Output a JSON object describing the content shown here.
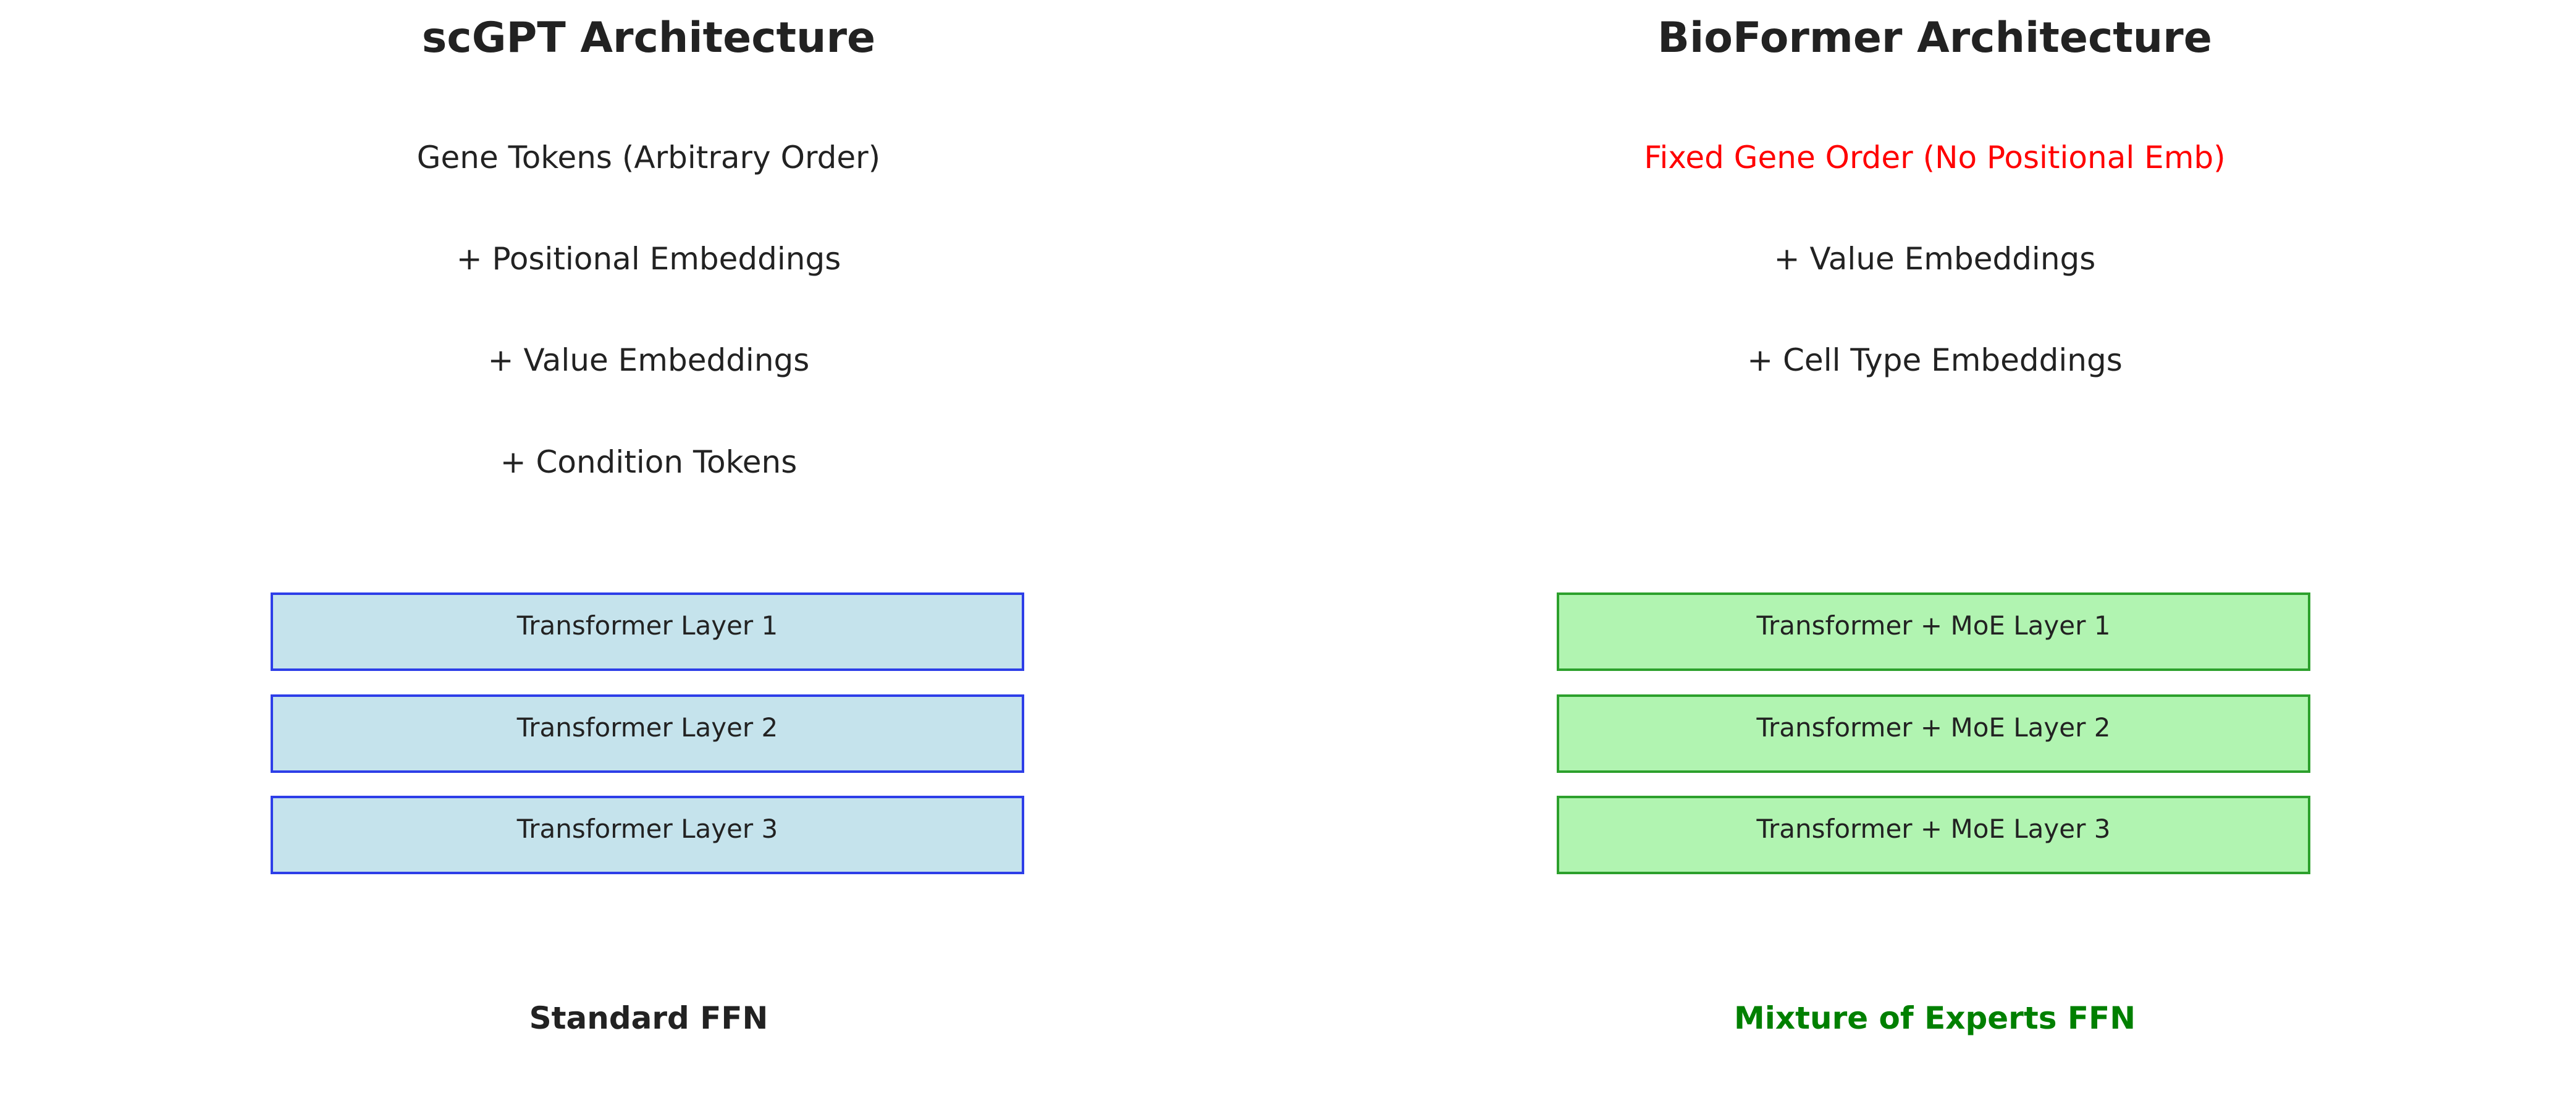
{
  "left": {
    "title": "scGPT Architecture",
    "lines": [
      "Gene Tokens (Arbitrary Order)",
      "+ Positional Embeddings",
      "+ Value Embeddings",
      "+ Condition Tokens"
    ],
    "layers": [
      "Transformer Layer 1",
      "Transformer Layer 2",
      "Transformer Layer 3"
    ],
    "footer": "Standard FFN",
    "colors": {
      "layer_fill": "#c5e3ec",
      "layer_border": "#2d3ee8",
      "footer": "#222222"
    }
  },
  "right": {
    "title": "BioFormer Architecture",
    "lines": [
      "Fixed Gene Order (No Positional Emb)",
      "+ Value Embeddings",
      "+ Cell Type Embeddings"
    ],
    "highlight_color": "#ff0000",
    "layers": [
      "Transformer + MoE Layer 1",
      "Transformer + MoE Layer 2",
      "Transformer + MoE Layer 3"
    ],
    "footer": "Mixture of Experts FFN",
    "colors": {
      "layer_fill": "#b1f4b1",
      "layer_border": "#2ca02c",
      "footer": "#008000"
    }
  }
}
